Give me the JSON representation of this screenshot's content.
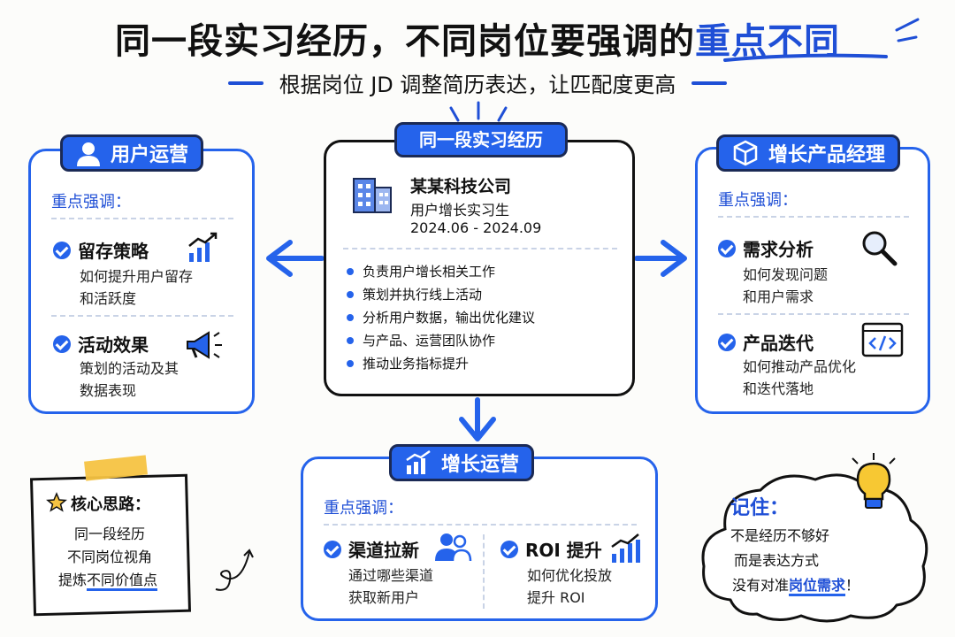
{
  "header": {
    "title_main": "同一段实习经历，不同岗位要强调的",
    "title_highlight": "重点不同",
    "subtitle": "根据岗位 JD 调整简历表达，让匹配度更高"
  },
  "center": {
    "pill": "同一段实习经历",
    "company": "某某科技公司",
    "role": "用户增长实习生",
    "period": "2024.06 - 2024.09",
    "bullets": [
      "负责用户增长相关工作",
      "策划并执行线上活动",
      "分析用户数据，输出优化建议",
      "与产品、运营团队协作",
      "推动业务指标提升"
    ]
  },
  "left_card": {
    "title": "用户运营",
    "section": "重点强调：",
    "items": [
      {
        "title": "留存策略",
        "desc1": "如何提升用户留存",
        "desc2": "和活跃度"
      },
      {
        "title": "活动效果",
        "desc1": "策划的活动及其",
        "desc2": "数据表现"
      }
    ]
  },
  "right_card": {
    "title": "增长产品经理",
    "section": "重点强调：",
    "items": [
      {
        "title": "需求分析",
        "desc1": "如何发现问题",
        "desc2": "和用户需求"
      },
      {
        "title": "产品迭代",
        "desc1": "如何推动产品优化",
        "desc2": "和迭代落地"
      }
    ]
  },
  "bottom_card": {
    "title": "增长运营",
    "section": "重点强调：",
    "items": [
      {
        "title": "渠道拉新",
        "desc1": "通过哪些渠道",
        "desc2": "获取新用户"
      },
      {
        "title": "ROI 提升",
        "desc1": "如何优化投放",
        "desc2": "提升 ROI"
      }
    ]
  },
  "note": {
    "title": "核心思路：",
    "lines": [
      "同一段经历",
      "不同岗位视角"
    ],
    "line3_prefix": "提炼",
    "line3_highlight": "不同价值点"
  },
  "cloud": {
    "title": "记住：",
    "line1": "不是经历不够好",
    "line2": "而是表达方式",
    "line3_prefix": "没有对准",
    "line3_highlight": "岗位需求",
    "line3_suffix": "！"
  },
  "colors": {
    "accent": "#2563eb",
    "dark": "#111111",
    "tape": "#f5c342",
    "bulb": "#f7c833"
  },
  "icons": [
    "user-icon",
    "cube-icon",
    "chart-up-icon",
    "building-icon",
    "megaphone-icon",
    "magnifier-icon",
    "code-window-icon",
    "users-icon",
    "star-icon",
    "lightbulb-icon"
  ]
}
